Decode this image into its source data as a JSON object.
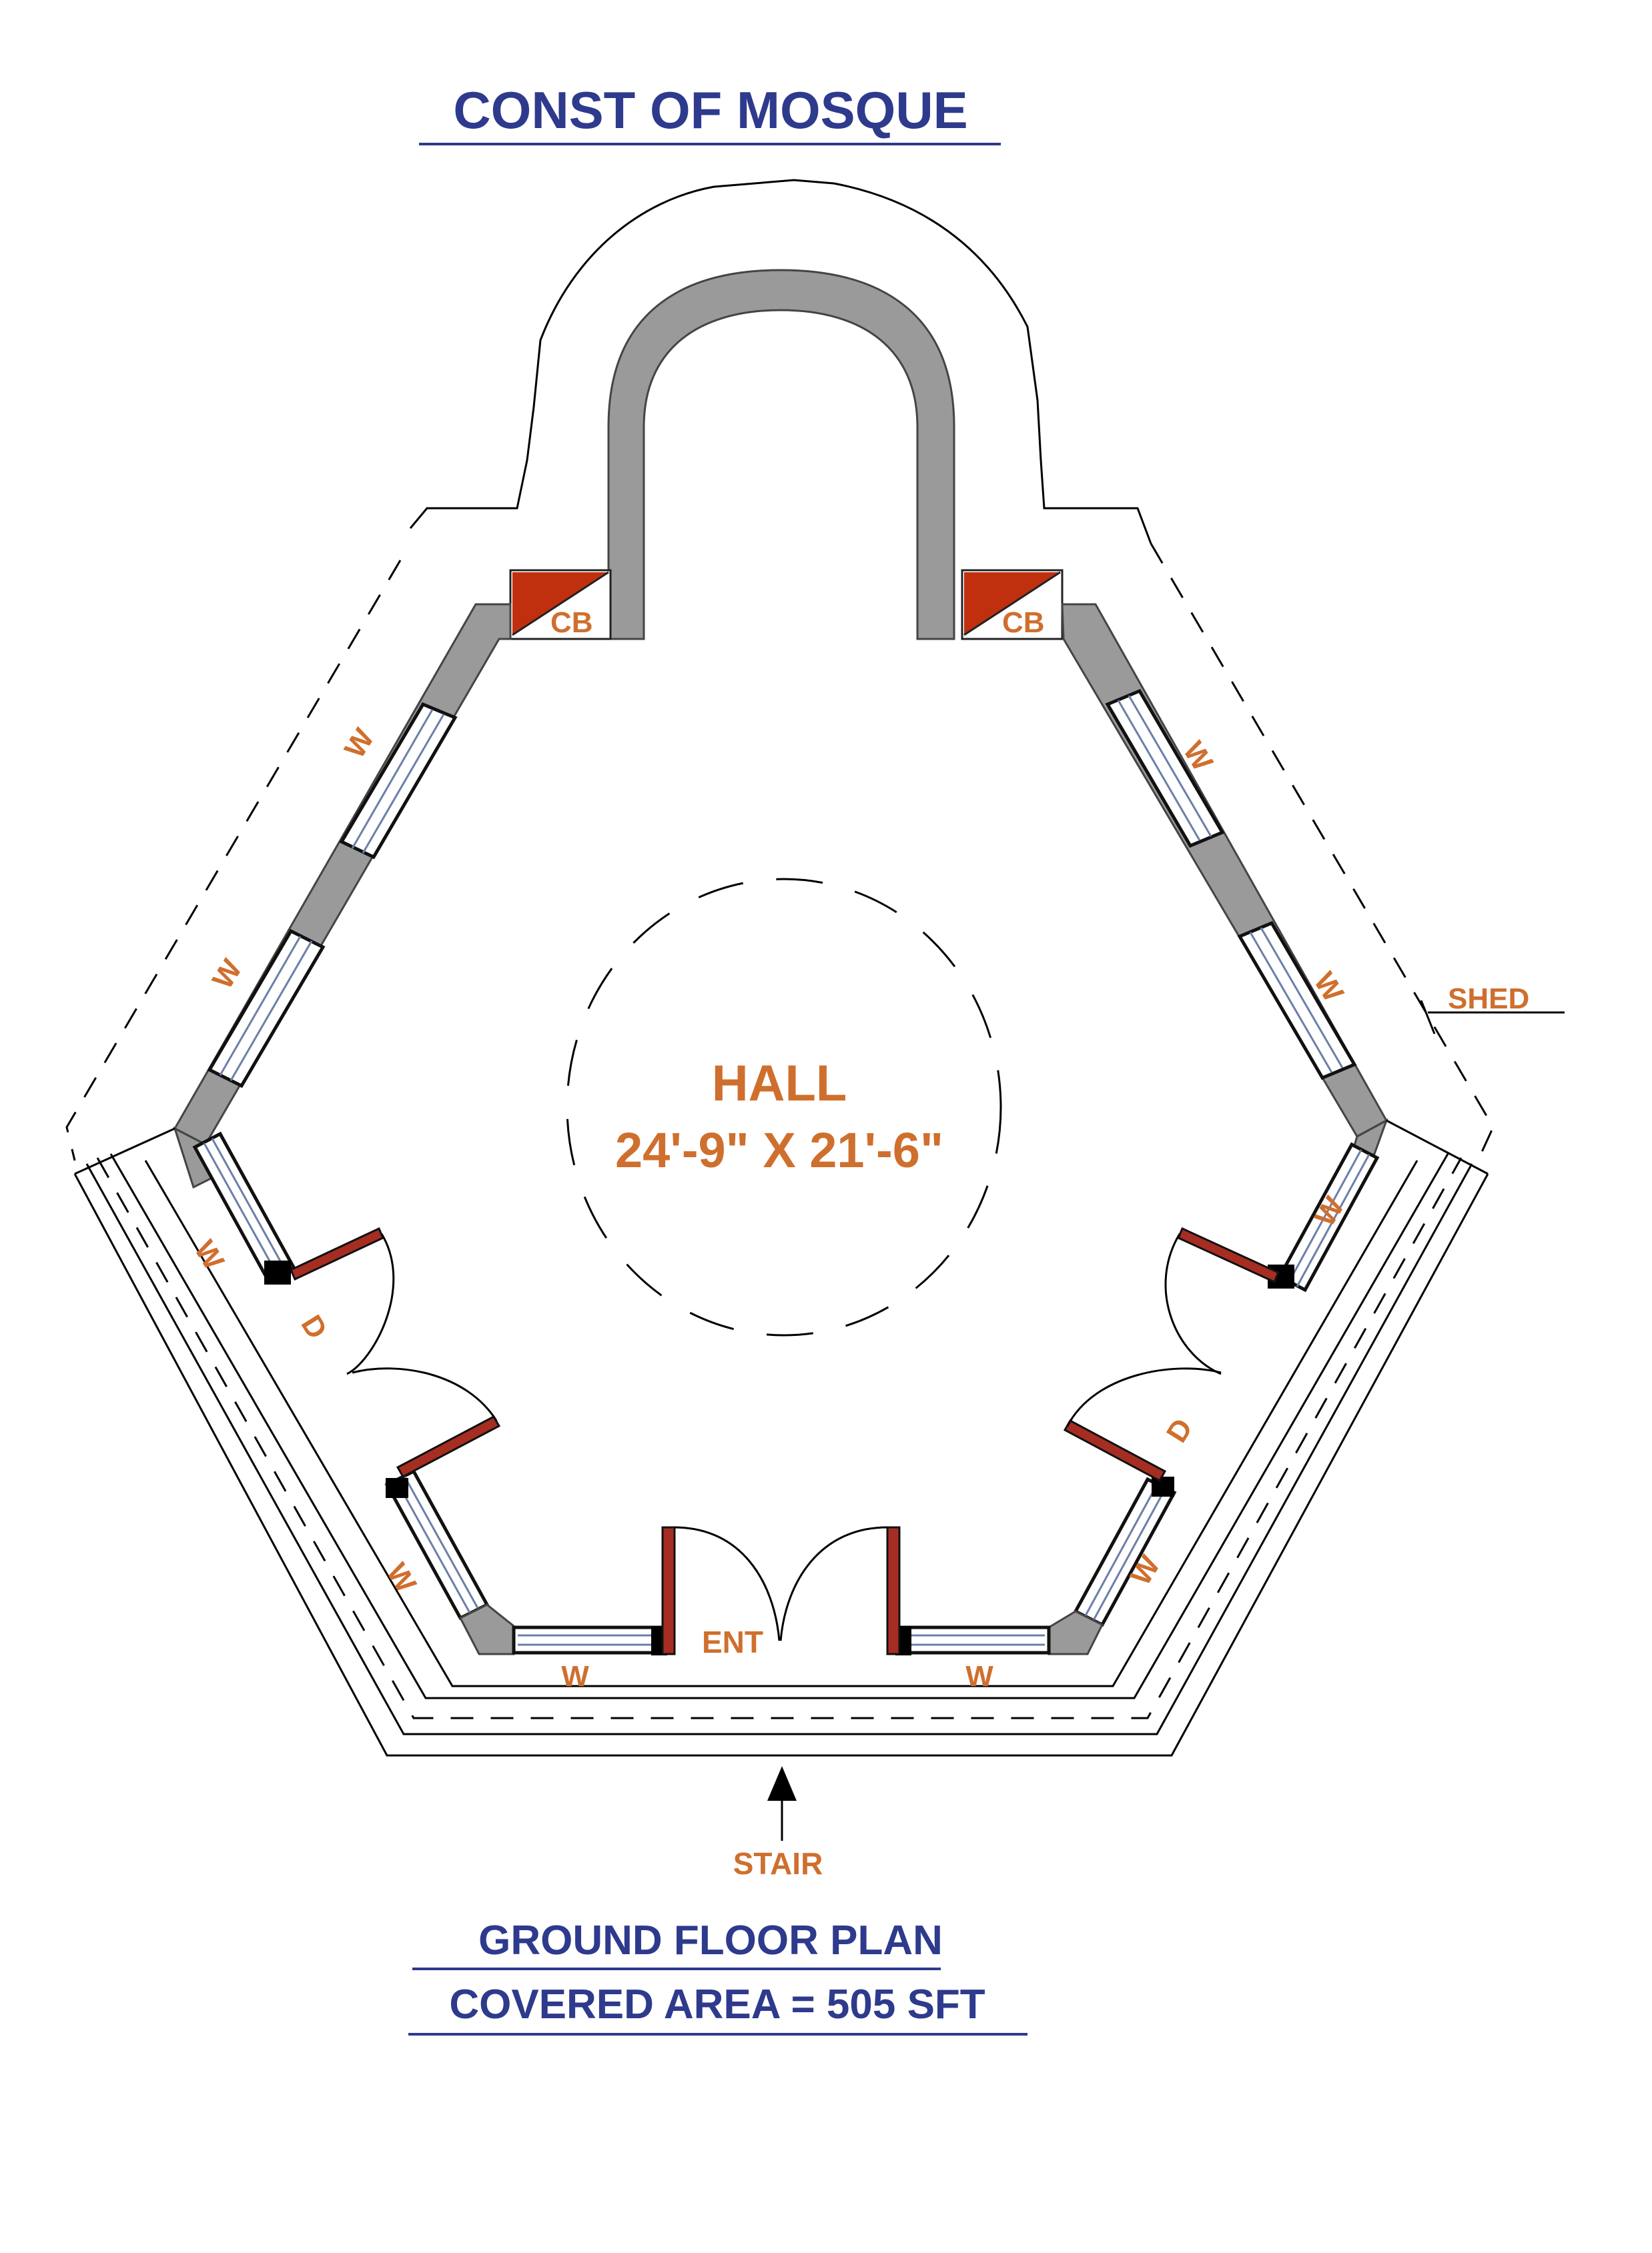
{
  "title": "CONST OF MOSQUE",
  "room": {
    "name": "HALL",
    "dimensions": "24'-9\" X 21'-6\""
  },
  "labels": {
    "cupboard": "CB",
    "window": "W",
    "door": "D",
    "entrance": "ENT",
    "stair": "STAIR",
    "shed": "SHED"
  },
  "footer": {
    "plan_name": "GROUND FLOOR PLAN",
    "covered_area": "COVERED AREA = 505 SFT"
  },
  "colors": {
    "title": "#2e3a8c",
    "labels": "#cf6f2e",
    "wall": "#9a9a9a",
    "door": "#a62d22",
    "cupboard": "#c0300f"
  }
}
